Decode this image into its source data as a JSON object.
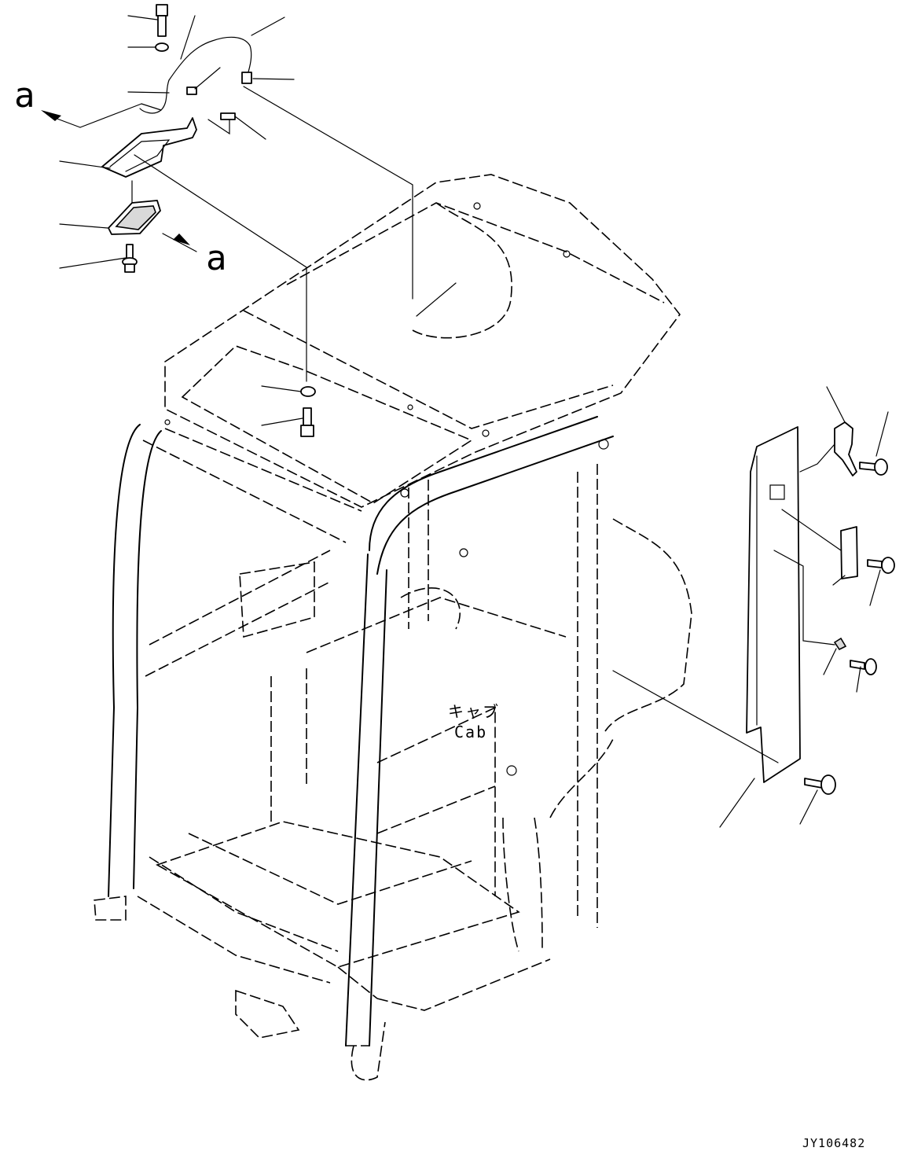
{
  "view_labels": {
    "view_a_top": "a",
    "view_a_bottom": "a"
  },
  "cab": {
    "label_jp": "キャブ",
    "label_en": "Cab"
  },
  "drawing_code": "JY106482"
}
